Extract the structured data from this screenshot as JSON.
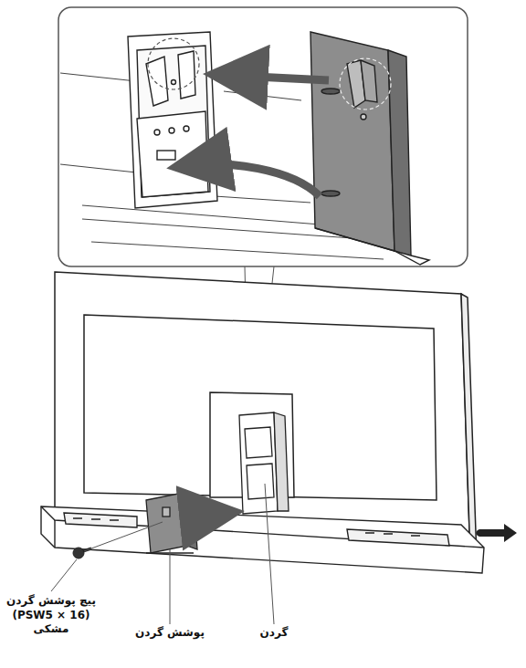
{
  "diagram": {
    "labels": [
      "پیچ پوشش گردن (PSW5 × 16) مشکی",
      "پوشش گردن",
      "گردن"
    ]
  }
}
